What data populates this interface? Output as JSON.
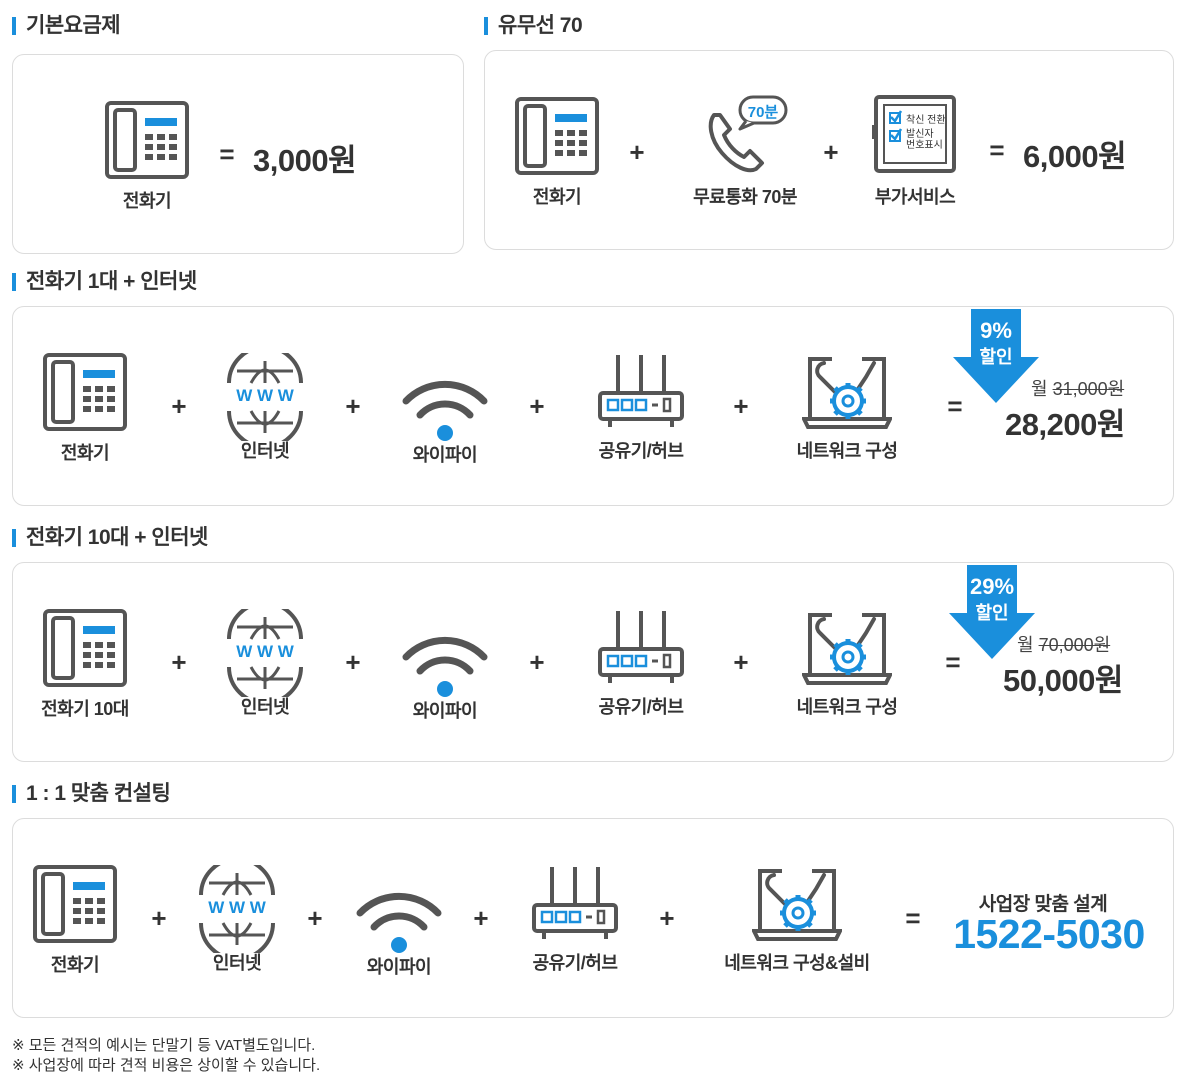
{
  "colors": {
    "accent": "#1a8fdc",
    "icon_gray": "#555555",
    "text": "#333333"
  },
  "sections": {
    "basic": {
      "title": "기본요금제",
      "phone_label": "전화기",
      "price": "3,000원"
    },
    "wired": {
      "title": "유무선 70",
      "phone_label": "전화기",
      "call_label": "무료통화 70분",
      "call_badge": "70분",
      "addon_label": "부가서비스",
      "addon_line1": "착신 전환",
      "addon_line2": "발신자",
      "addon_line3": "번호표시",
      "price": "6,000원"
    },
    "plan1": {
      "title": "전화기 1대 + 인터넷",
      "phone_label": "전화기",
      "internet_label": "인터넷",
      "wifi_label": "와이파이",
      "router_label": "공유기/허브",
      "network_label": "네트워크 구성",
      "discount_pct": "9%",
      "discount_text": "할인",
      "old_prefix": "월 ",
      "old_price": "31,000원",
      "price": "28,200원"
    },
    "plan10": {
      "title": "전화기 10대 + 인터넷",
      "phone_label": "전화기 10대",
      "internet_label": "인터넷",
      "wifi_label": "와이파이",
      "router_label": "공유기/허브",
      "network_label": "네트워크 구성",
      "discount_pct": "29%",
      "discount_text": "할인",
      "old_prefix": "월 ",
      "old_price": "70,000원",
      "price": "50,000원"
    },
    "consult": {
      "title": "1 : 1 맞춤 컨설팅",
      "phone_label": "전화기",
      "internet_label": "인터넷",
      "wifi_label": "와이파이",
      "router_label": "공유기/허브",
      "network_label": "네트워크 구성&설비",
      "design_label": "사업장 맞춤 설계",
      "phone_number": "1522-5030"
    }
  },
  "globe_text": "W W W",
  "operators": {
    "plus": "+",
    "equals": "="
  },
  "notes": [
    "※ 모든 견적의 예시는 단말기 등 VAT별도입니다.",
    "※ 사업장에 따라 견적 비용은 상이할 수 있습니다."
  ]
}
